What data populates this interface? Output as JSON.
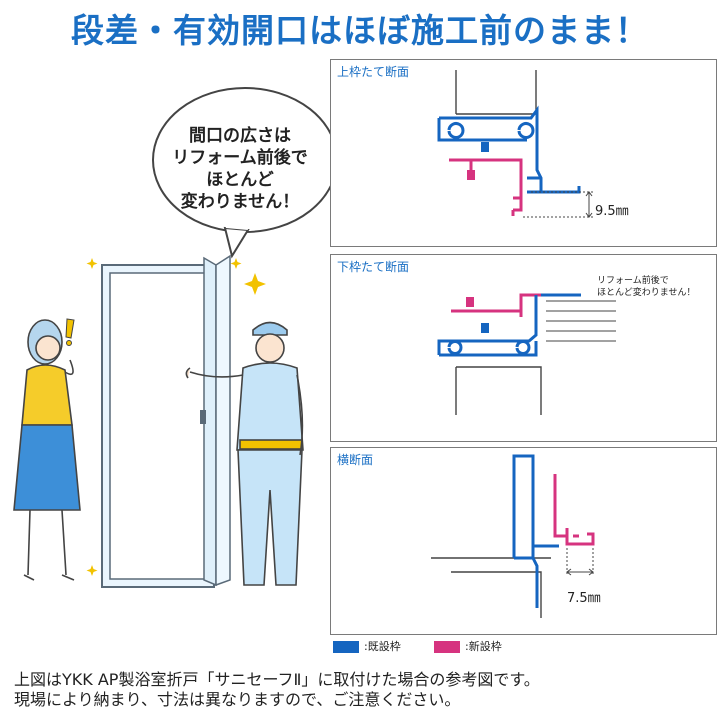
{
  "title": "段差・有効開口はほぼ施工前のまま！",
  "bubble": {
    "lines": [
      "間口の広さは",
      "リフォーム前後で",
      "ほとんど",
      "変わりません！"
    ]
  },
  "panels": {
    "top": {
      "title": "上枠たて断面",
      "dimension": "9.5㎜"
    },
    "bottom": {
      "title": "下枠たて断面",
      "note_line1": "リフォーム前後で",
      "note_line2": "ほとんど変わりません！"
    },
    "side": {
      "title": "横断面",
      "dimension": "7.5㎜"
    }
  },
  "legend": {
    "existing_label": ":既設枠",
    "new_label": ":新設枠"
  },
  "colors": {
    "title": "#1a6fc4",
    "existing_frame": "#1565c0",
    "new_frame": "#d6337f",
    "accent_yellow": "#f2c200",
    "panel_border": "#7a7a7a"
  },
  "footer": {
    "line1": "上図はYKK AP製浴室折戸「サニセーフⅡ」に取付けた場合の参考図です。",
    "line2": "現場により納まり、寸法は異なりますので、ご注意ください。"
  }
}
